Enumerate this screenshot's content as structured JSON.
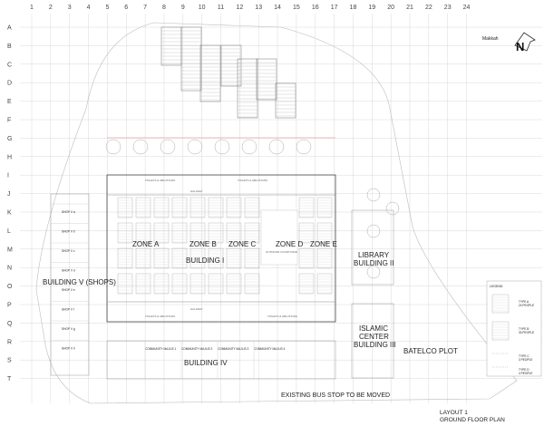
{
  "grid": {
    "columns": [
      "1",
      "2",
      "3",
      "4",
      "5",
      "6",
      "7",
      "8",
      "9",
      "10",
      "11",
      "12",
      "13",
      "14",
      "15",
      "16",
      "17",
      "18",
      "19",
      "20",
      "21",
      "22",
      "23",
      "24"
    ],
    "rows": [
      "A",
      "B",
      "C",
      "D",
      "E",
      "F",
      "G",
      "H",
      "I",
      "J",
      "K",
      "L",
      "M",
      "N",
      "O",
      "P",
      "Q",
      "R",
      "S",
      "T"
    ]
  },
  "north": {
    "label": "Makkah",
    "letter": "N"
  },
  "zones": [
    "ZONE  A",
    "ZONE  B",
    "ZONE  C",
    "ZONE  D",
    "ZONE  E"
  ],
  "buildings": {
    "b1": "BUILDING I",
    "b2_line1": "LIBRARY",
    "b2_line2": "BUILDING  II",
    "b3_line1": "ISLAMIC",
    "b3_line2": "CENTER",
    "b3_line3": "BUILDING  III",
    "b4": "BUILDING  IV",
    "b5": "BUILDING  V (SHOPS)",
    "batelco": "BATELCO  PLOT"
  },
  "rooms": {
    "hallway_top": "HALLWAY",
    "hallway_bottom": "HALLWAY",
    "outdoor": "OUTDOOR COURTYARD",
    "toilets": "TOILETS & ABLUTIONS",
    "majlis": [
      "COMMUNITY  MAJLIS  1",
      "COMMUNITY  MAJLIS  2",
      "COMMUNITY  MAJLIS  3",
      "COMMUNITY  MAJLIS  4"
    ],
    "shops": [
      "SHOP V a",
      "SHOP V b",
      "SHOP V c",
      "SHOP V d",
      "SHOP V e",
      "SHOP V f",
      "SHOP V g",
      "SHOP V h"
    ]
  },
  "legend": {
    "title": "LEGEND",
    "items": [
      {
        "type": "TYPE  A",
        "people": "24 PEOPLE"
      },
      {
        "type": "TYPE  B",
        "people": "30 PEOPLE"
      },
      {
        "type": "TYPE  C",
        "people": "3 PEOPLE"
      },
      {
        "type": "TYPE  D",
        "people": "4 PEOPLE"
      }
    ]
  },
  "notes": {
    "bus_stop": "EXISTING BUS STOP TO BE MOVED",
    "layout": "LAYOUT  1",
    "floor": "GROUND FLOOR PLAN"
  },
  "colors": {
    "grid": "#d8d8d8",
    "redline": "#e08080",
    "ink": "#222222"
  }
}
